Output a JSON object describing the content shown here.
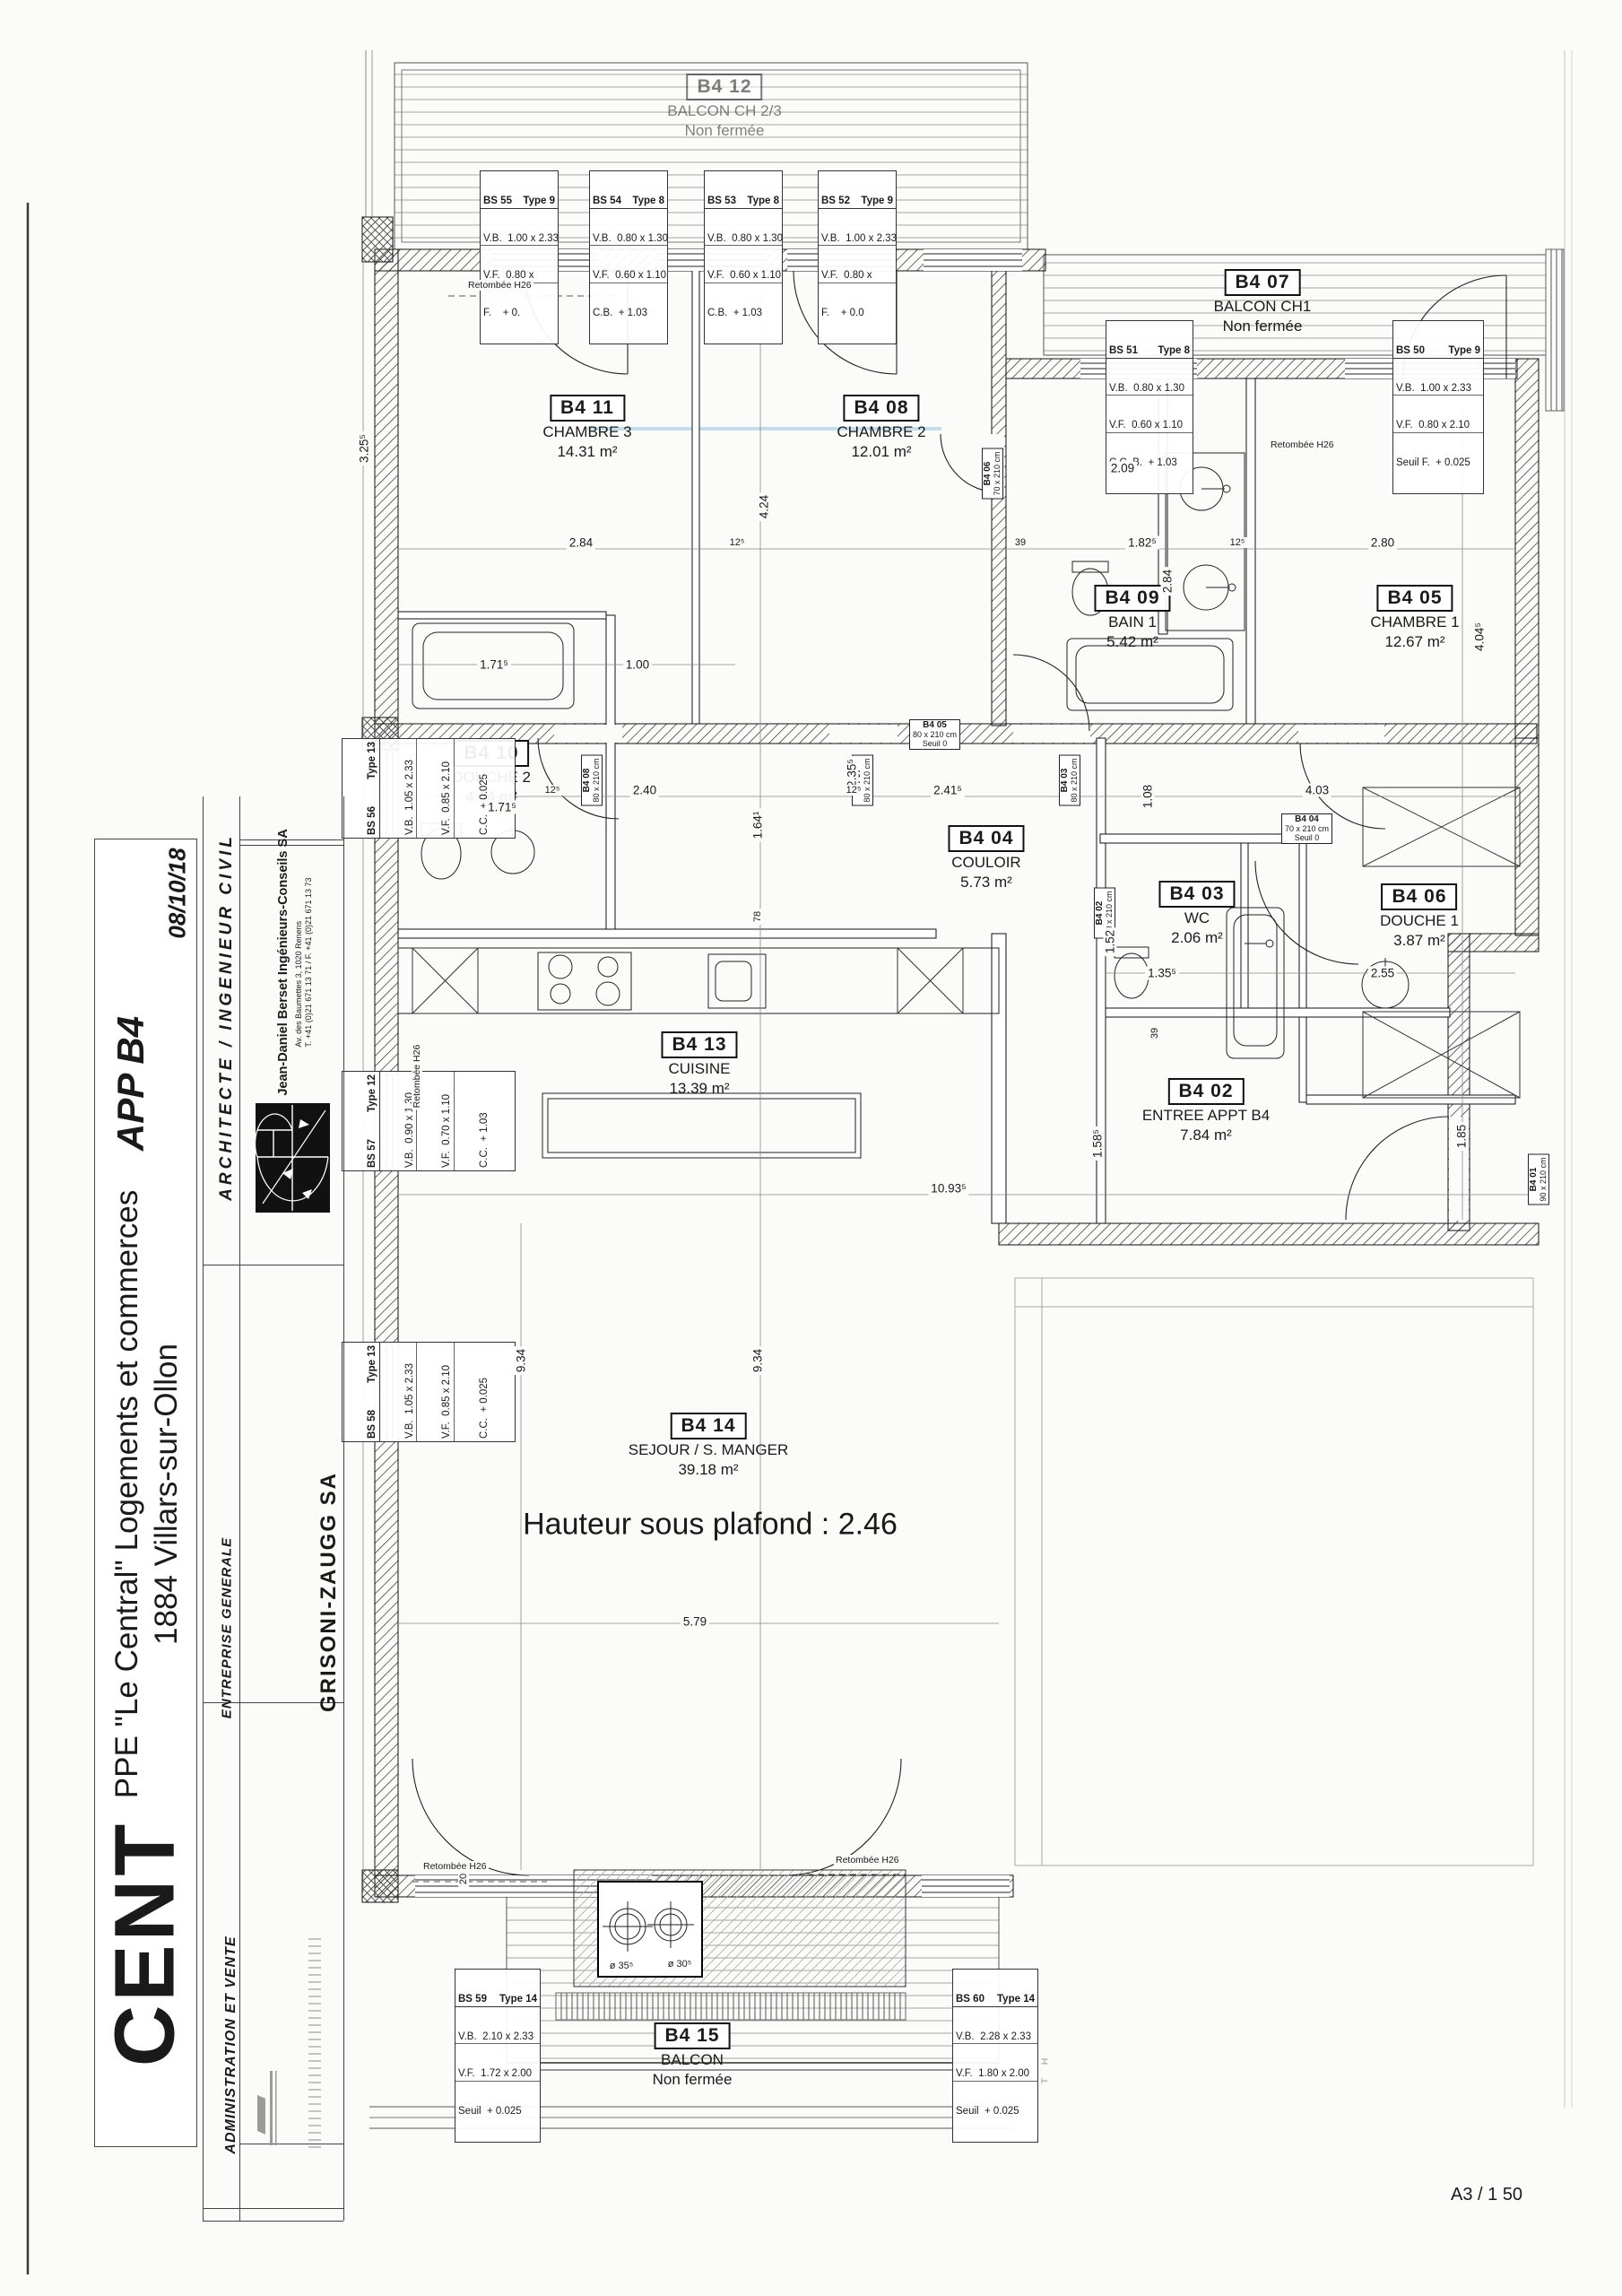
{
  "page": {
    "scale": "A3 / 1 50",
    "paper": "#fbfbfa",
    "ink": "#1a1a1a",
    "scan_blue": "#bcd9ea"
  },
  "title_block": {
    "project_big": "CENT",
    "project_line1": "PPE \"Le Central\" Logements et commerces",
    "project_line2": "1884 Villars-sur-Ollon",
    "apartment": "APP B4",
    "date": "08/10/18",
    "architect": {
      "header": "ARCHITECTE / INGENIEUR CIVIL",
      "company": "Jean-Daniel Berset Ingénieurs-Conseils SA",
      "address": "Av. des Baumettes 3, 1020 Renens",
      "phone": "T. +41 (0)21 671 13 71 / F. +41 (0)21 671 13 73"
    },
    "contractor": {
      "header": "ENTREPRISE GENERALE",
      "company": "GRISONI-ZAUGG SA"
    },
    "admin": {
      "header": "ADMINISTRATION ET VENTE"
    }
  },
  "annotations": {
    "ceiling": "Hauteur sous plafond : 2.46",
    "retombee": "Retombée H26",
    "artifact": "T H"
  },
  "rooms": [
    {
      "id": "B4 11",
      "name": "CHAMBRE 3",
      "sub": "14.31 m²"
    },
    {
      "id": "B4 08",
      "name": "CHAMBRE 2",
      "sub": "12.01 m²"
    },
    {
      "id": "B4 07",
      "name": "BALCON CH1",
      "sub": "Non fermée"
    },
    {
      "id": "B4 09",
      "name": "BAIN 1",
      "sub": "5.42 m²"
    },
    {
      "id": "B4 05",
      "name": "CHAMBRE 1",
      "sub": "12.67 m²"
    },
    {
      "id": "B4 10",
      "name": "DOUCHE 2",
      "sub": "4.04 m²"
    },
    {
      "id": "B4 04",
      "name": "COULOIR",
      "sub": "5.73 m²"
    },
    {
      "id": "B4 03",
      "name": "WC",
      "sub": "2.06 m²"
    },
    {
      "id": "B4 06",
      "name": "DOUCHE 1",
      "sub": "3.87 m²"
    },
    {
      "id": "B4 13",
      "name": "CUISINE",
      "sub": "13.39 m²"
    },
    {
      "id": "B4 02",
      "name": "ENTREE APPT B4",
      "sub": "7.84 m²"
    },
    {
      "id": "B4 14",
      "name": "SEJOUR / S. MANGER",
      "sub": "39.18 m²"
    },
    {
      "id": "B4 15",
      "name": "BALCON",
      "sub": "Non fermée"
    },
    {
      "id": "B4 12",
      "name": "BALCON CH 2/3",
      "sub": "Non fermée"
    }
  ],
  "dtags": [
    {
      "id": "B4 08",
      "size": "80 x 210 cm"
    },
    {
      "id": "B4 07",
      "size": "80 x 210 cm"
    },
    {
      "id": "B4 03",
      "size": "80 x 210 cm"
    },
    {
      "id": "B4 06",
      "size": "70 x 210 cm"
    },
    {
      "id": "B4 02",
      "size": "70 x 210 cm"
    },
    {
      "id": "B4 01",
      "size": "90 x 210 cm"
    },
    {
      "id": "B4 05",
      "size": "80 x 210 cm",
      "seuil": "Seuil  0"
    },
    {
      "id": "B4 04",
      "size": "70 x 210 cm",
      "seuil": "Seuil  0"
    }
  ],
  "wtables": [
    {
      "id": "BS 55",
      "type": "Type 9",
      "rows": [
        "V.B.  1.00 x 2.33",
        "V.F.  0.80 x",
        "F.    + 0."
      ]
    },
    {
      "id": "BS 54",
      "type": "Type 8",
      "rows": [
        "V.B.  0.80 x 1.30",
        "V.F.  0.60 x 1.10",
        "C.B.  + 1.03"
      ]
    },
    {
      "id": "BS 53",
      "type": "Type 8",
      "rows": [
        "V.B.  0.80 x 1.30",
        "V.F.  0.60 x 1.10",
        "C.B.  + 1.03"
      ]
    },
    {
      "id": "BS 52",
      "type": "Type 9",
      "rows": [
        "V.B.  1.00 x 2.33",
        "V.F.  0.80 x",
        "F.    + 0.0"
      ]
    },
    {
      "id": "BS 51",
      "type": "Type 8",
      "rows": [
        "V.B.  0.80 x 1.30",
        "V.F.  0.60 x 1.10",
        "C.C. B.  + 1.03"
      ]
    },
    {
      "id": "BS 50",
      "type": "Type 9",
      "rows": [
        "V.B.  1.00 x 2.33",
        "V.F.  0.80 x 2.10",
        "Seuil F.  + 0.025"
      ]
    },
    {
      "id": "BS 56",
      "type": "Type 13",
      "rows": [
        "V.B.  1.05 x 2.33",
        "V.F.  0.85 x 2.10",
        "C.C.  + 0.025"
      ]
    },
    {
      "id": "BS 57",
      "type": "Type 12",
      "rows": [
        "V.B.  0.90 x 1.30",
        "V.F.  0.70 x 1.10",
        "C.C.  + 1.03"
      ]
    },
    {
      "id": "BS 58",
      "type": "Type 13",
      "rows": [
        "V.B.  1.05 x 2.33",
        "V.F.  0.85 x 2.10",
        "C.C.  + 0.025"
      ]
    },
    {
      "id": "BS 59",
      "type": "Type 14",
      "rows": [
        "V.B.  2.10 x 2.33",
        "V.F.  1.72 x 2.00",
        "Seuil  + 0.025"
      ]
    },
    {
      "id": "BS 60",
      "type": "Type 14",
      "rows": [
        "V.B.  2.28 x 2.33",
        "V.F.  1.80 x 2.00",
        "Seuil  + 0.025"
      ]
    }
  ],
  "dims": [
    "2.84",
    "4.24",
    "2.09",
    "1.82⁵",
    "2.80",
    "3.25⁵",
    "2.84",
    "4.04⁵",
    "1.71⁵",
    "1.00",
    "2.35⁵",
    "1.71⁵",
    "2.40",
    "2.41⁵",
    "4.03",
    "1.08",
    "1.64¹",
    "78",
    "1.52",
    "1.35⁵",
    "2.55",
    "39",
    "39",
    "1.58⁵",
    "1.85",
    "10.93⁵",
    "9.34",
    "9.34",
    "5.79",
    "20",
    "12⁵",
    "12⁵",
    "12⁵",
    "12⁵"
  ],
  "diams": [
    "ø 35⁵",
    "ø 30⁵"
  ]
}
